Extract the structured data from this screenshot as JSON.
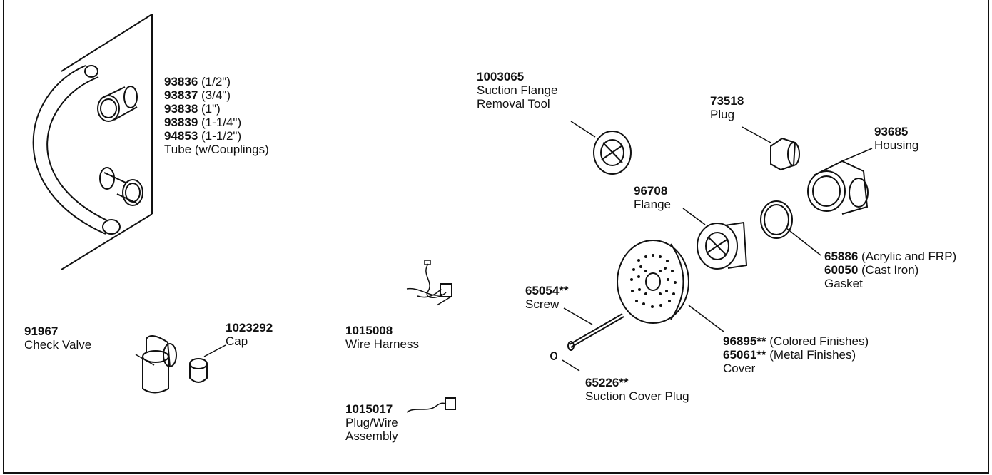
{
  "parts": {
    "tube": {
      "sizes": [
        {
          "num": "93836",
          "size": "(1/2\")"
        },
        {
          "num": "93837",
          "size": "(3/4\")"
        },
        {
          "num": "93838",
          "size": "(1\")"
        },
        {
          "num": "93839",
          "size": "(1-1/4\")"
        },
        {
          "num": "94853",
          "size": "(1-1/2\")"
        }
      ],
      "desc": "Tube (w/Couplings)"
    },
    "check_valve": {
      "num": "91967",
      "desc": "Check Valve"
    },
    "cap": {
      "num": "1023292",
      "desc": "Cap"
    },
    "wire_harness": {
      "num": "1015008",
      "desc": "Wire Harness"
    },
    "plug_wire": {
      "num": "1015017",
      "desc1": "Plug/Wire",
      "desc2": "Assembly"
    },
    "removal_tool": {
      "num": "1003065",
      "desc1": "Suction Flange",
      "desc2": "Removal Tool"
    },
    "plug": {
      "num": "73518",
      "desc": "Plug"
    },
    "housing": {
      "num": "93685",
      "desc": "Housing"
    },
    "flange": {
      "num": "96708",
      "desc": "Flange"
    },
    "gasket": {
      "num1": "65886",
      "note1": "(Acrylic and FRP)",
      "num2": "60050",
      "note2": "(Cast Iron)",
      "desc": "Gasket"
    },
    "screw": {
      "num": "65054**",
      "desc": "Screw"
    },
    "cover": {
      "num1": "96895**",
      "note1": "(Colored Finishes)",
      "num2": "65061**",
      "note2": "(Metal Finishes)",
      "desc": "Cover"
    },
    "cover_plug": {
      "num": "65226**",
      "desc": "Suction Cover Plug"
    }
  }
}
